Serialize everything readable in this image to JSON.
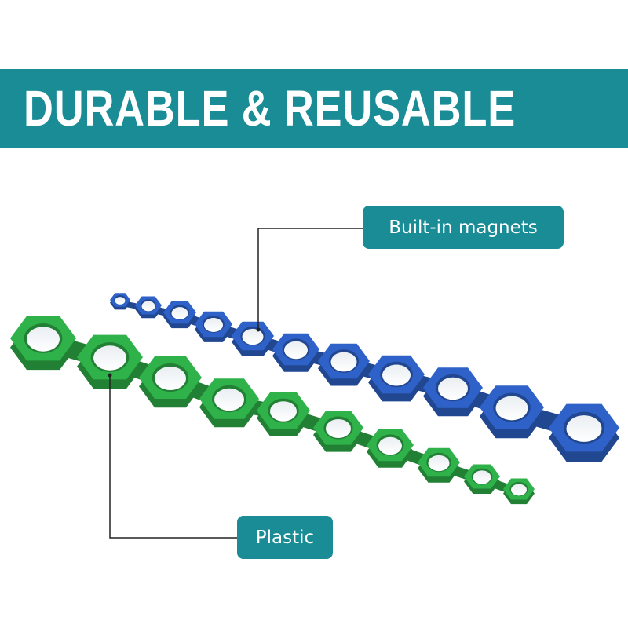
{
  "banner": {
    "title": "DURABLE & REUSABLE",
    "color": "#1a8c96"
  },
  "callouts": {
    "magnets": {
      "label": "Built-in magnets"
    },
    "plastic": {
      "label": "Plastic"
    }
  },
  "colors": {
    "magnet_strip": "#2f62c9",
    "plastic_strip": "#2fb24a",
    "callout": "#1a8c96"
  }
}
